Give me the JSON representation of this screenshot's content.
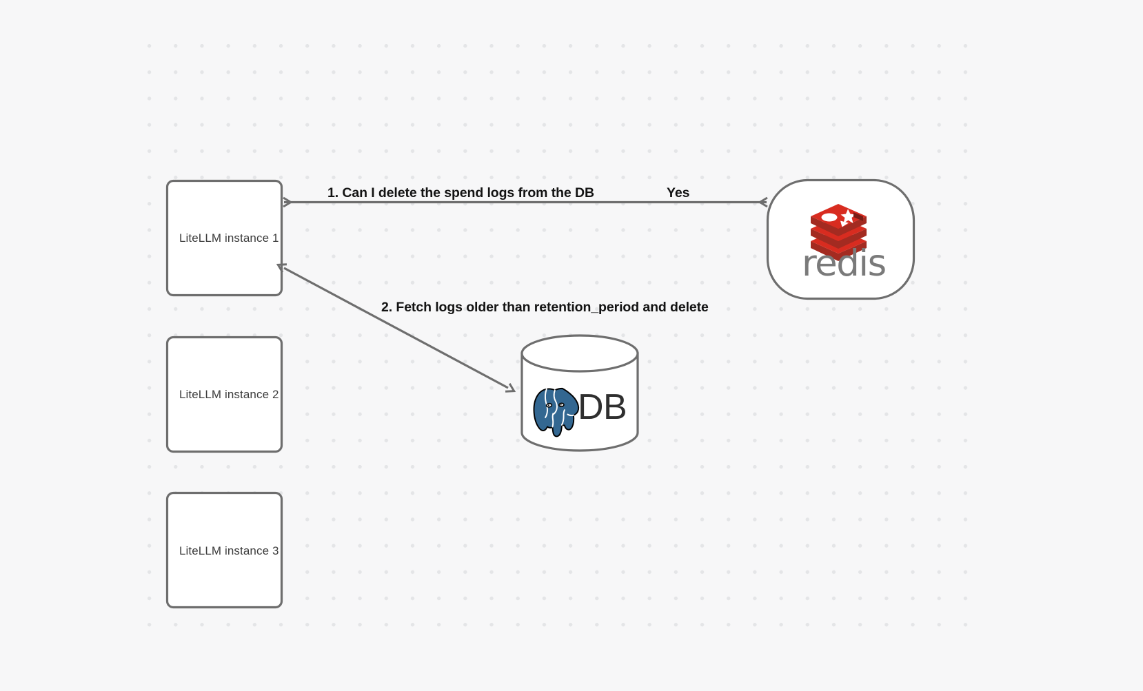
{
  "diagram": {
    "background_color": "#f7f7f8",
    "grid_dot_color": "#e4e5e7",
    "stroke_color": "#6e6e6e",
    "nodes": [
      {
        "id": "litellm-1",
        "label": "LiteLLM instance 1",
        "shape": "rounded-rect"
      },
      {
        "id": "litellm-2",
        "label": "LiteLLM instance 2",
        "shape": "rounded-rect"
      },
      {
        "id": "litellm-3",
        "label": "LiteLLM instance 3",
        "shape": "rounded-rect"
      },
      {
        "id": "redis",
        "label": "redis",
        "shape": "rounded-rect",
        "icon": "redis-logo",
        "brand_color": "#d52b1e"
      },
      {
        "id": "postgres-db",
        "label": "DB",
        "shape": "cylinder",
        "icon": "postgresql-elephant-logo",
        "brand_color": "#336791"
      }
    ],
    "edges": [
      {
        "id": "edge-1",
        "from": "redis",
        "to": "litellm-1",
        "label": "1.  Can I delete the spend logs from the DB",
        "secondary_label": "Yes",
        "direction": "bidirectional"
      },
      {
        "id": "edge-2",
        "from": "litellm-1",
        "to": "postgres-db",
        "label": "2.  Fetch logs older than retention_period and delete",
        "direction": "bidirectional"
      }
    ]
  }
}
